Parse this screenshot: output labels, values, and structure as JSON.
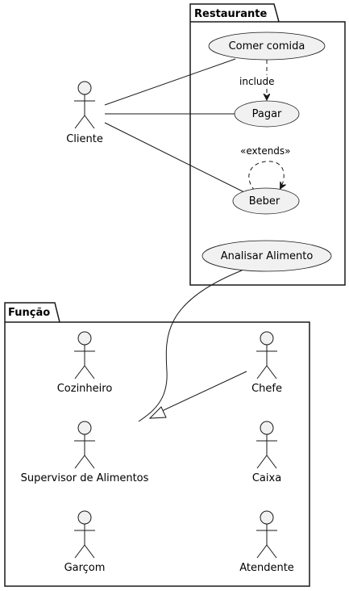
{
  "colors": {
    "background": "#ffffff",
    "stroke": "#181818",
    "usecase_fill": "#f1f1f1",
    "actor_fill": "#f1f1f1"
  },
  "packages": {
    "restaurante": {
      "title": "Restaurante"
    },
    "funcao": {
      "title": "Função"
    }
  },
  "actors": {
    "cliente": "Cliente",
    "cozinheiro": "Cozinheiro",
    "chefe": "Chefe",
    "supervisor": "Supervisor de Alimentos",
    "caixa": "Caixa",
    "garcom": "Garçom",
    "atendente": "Atendente"
  },
  "usecases": {
    "comer": "Comer comida",
    "pagar": "Pagar",
    "beber": "Beber",
    "analisar": "Analisar Alimento"
  },
  "relations": {
    "include_label": "include",
    "extends_label": "«extends»"
  }
}
